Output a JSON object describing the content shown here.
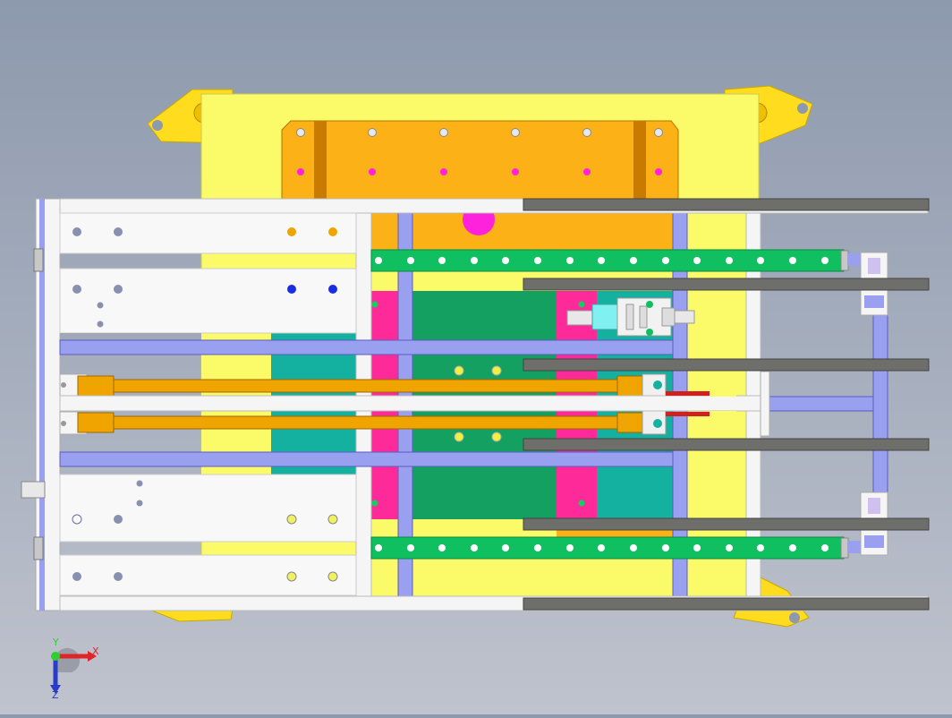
{
  "viewer": {
    "view_name": "top-view",
    "background_top": "#8d99ad",
    "background_bottom": "#bfc3cd"
  },
  "triad": {
    "x_label": "X",
    "y_label": "Y",
    "z_label": "Z",
    "x_color": "#e0242a",
    "y_color": "#2fcf2f",
    "z_color": "#2a3cc8"
  },
  "colors": {
    "base_yellow": "#fbfb6a",
    "bracket_yellow": "#ffdc1e",
    "plate_orange": "#fcb216",
    "plate_dark_orange": "#c97a00",
    "rail_green": "#10c060",
    "block_dark_green": "#14a060",
    "block_teal": "#14b0a0",
    "block_magenta": "#ff2a9a",
    "rod_blue": "#9aa0f0",
    "frame_white": "#f5f5f5",
    "bar_grey": "#6e6e6a",
    "cylinder_orange": "#f0a400"
  }
}
